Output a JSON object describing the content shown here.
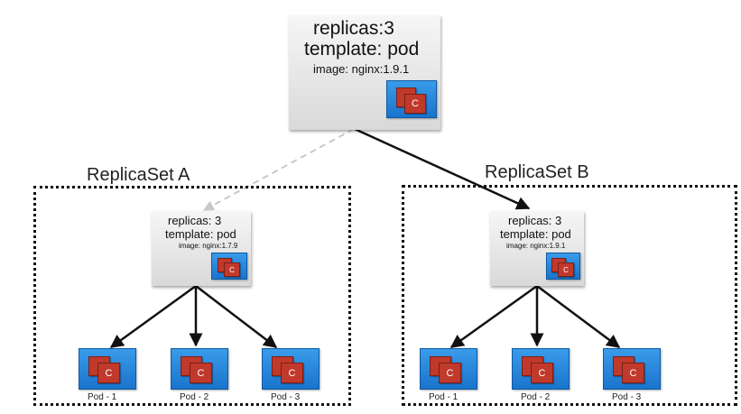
{
  "deployment": {
    "replicas": "replicas:3",
    "template": "template: pod",
    "image": "image: nginx:1.9.1",
    "container_letter": "C"
  },
  "replicaset_a": {
    "title": "ReplicaSet A",
    "replicas": "replicas: 3",
    "template": "template: pod",
    "image": "image: nginx:1.7.9",
    "container_letter": "C",
    "pods": [
      {
        "label": "Pod - 1",
        "container_letter": "C"
      },
      {
        "label": "Pod - 2",
        "container_letter": "C"
      },
      {
        "label": "Pod - 3",
        "container_letter": "C"
      }
    ]
  },
  "replicaset_b": {
    "title": "ReplicaSet B",
    "replicas": "replicas: 3",
    "template": "template: pod",
    "image": "image: nginx:1.9.1",
    "container_letter": "C",
    "pods": [
      {
        "label": "Pod - 1",
        "container_letter": "C"
      },
      {
        "label": "Pod - 2",
        "container_letter": "C"
      },
      {
        "label": "Pod - 3",
        "container_letter": "C"
      }
    ]
  },
  "colors": {
    "pod_blue": "#1a74cc",
    "container_red": "#c0392b",
    "arrow": "#111111",
    "old_arrow": "#c8c8c8"
  }
}
